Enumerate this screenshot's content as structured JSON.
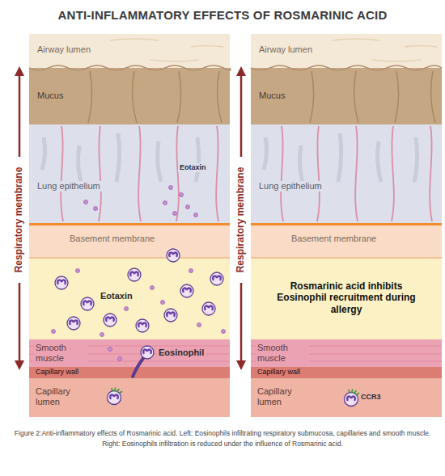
{
  "diagram": {
    "title": "ANTI-INFLAMMATORY EFFECTS OF ROSMARINIC ACID",
    "caption": "Figure 2:Anti-inflammatory effects of Rosmarinic acid. Left: Eosinophils infiltrating respiratory submucosa, capillaries and smooth muscle. Right: Eosinophils infiltration is reduced under the influence of Rosmarinic acid.",
    "nodes": [
      {
        "text": [
          "Airway lumen"
        ]
      },
      {
        "text": [
          "Mucus"
        ]
      },
      {
        "text": [
          "Lung epithelium",
          "Eotaxin"
        ]
      },
      {
        "text": [
          "Basement membrane"
        ]
      },
      {
        "text": [
          "Eotaxin"
        ]
      },
      {
        "text": [
          "Smooth muscle",
          "Eosinophil"
        ]
      },
      {
        "text": [
          "Capillary wall"
        ]
      },
      {
        "text": [
          "Capillary lumen"
        ]
      },
      {
        "text": [
          "Airway lumen"
        ]
      },
      {
        "text": [
          "Mucus"
        ]
      },
      {
        "text": [
          "Lung epithelium"
        ]
      },
      {
        "text": [
          "Basement membrane"
        ]
      },
      {
        "text": [
          "Rosmarinic acid inhibits Eosinophil recruitment during allergy"
        ]
      },
      {
        "text": [
          "Smooth muscle"
        ]
      },
      {
        "text": [
          "Capillary wall"
        ]
      },
      {
        "text": [
          "Capillary lumen",
          "CCR3"
        ]
      }
    ],
    "labels": [
      "Respiratory membrane",
      "Respiratory membrane"
    ]
  }
}
